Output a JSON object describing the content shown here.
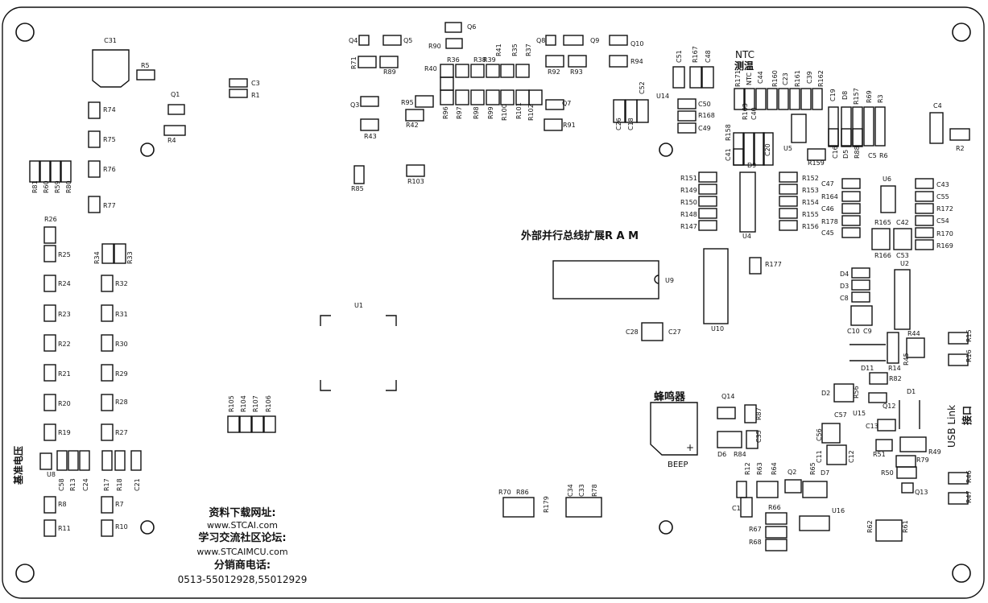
{
  "texts": {
    "ram": "外部并行总线扩展R A M",
    "buzzer": "蜂鸣器",
    "beep": "BEEP",
    "ntc": "NTC",
    "ntc_cn": "测温",
    "vref": "基准电压",
    "usb_en": "USB Link",
    "usb_cn": "接口",
    "dl_title": "资料下载网址:",
    "dl_url": "www.STCAI.com",
    "forum_title": "学习交流社区论坛:",
    "forum_url": "www.STCAIMCU.com",
    "dist_title": "分销商电话:",
    "dist_phone": "0513-55012928,55012929",
    "plus": "+"
  },
  "parts": [
    {
      "ref": "C31"
    },
    {
      "ref": "R5"
    },
    {
      "ref": "C3"
    },
    {
      "ref": "R1"
    },
    {
      "ref": "Q1"
    },
    {
      "ref": "R4"
    },
    {
      "ref": "R74"
    },
    {
      "ref": "R75"
    },
    {
      "ref": "R76"
    },
    {
      "ref": "R77"
    },
    {
      "ref": "R81"
    },
    {
      "ref": "R60"
    },
    {
      "ref": "R59"
    },
    {
      "ref": "R80"
    },
    {
      "ref": "R26"
    },
    {
      "ref": "R25"
    },
    {
      "ref": "R24"
    },
    {
      "ref": "R23"
    },
    {
      "ref": "R22"
    },
    {
      "ref": "R21"
    },
    {
      "ref": "R20"
    },
    {
      "ref": "R19"
    },
    {
      "ref": "R34"
    },
    {
      "ref": "R33"
    },
    {
      "ref": "R32"
    },
    {
      "ref": "R31"
    },
    {
      "ref": "R30"
    },
    {
      "ref": "R29"
    },
    {
      "ref": "R28"
    },
    {
      "ref": "R27"
    },
    {
      "ref": "U8"
    },
    {
      "ref": "C58"
    },
    {
      "ref": "R13"
    },
    {
      "ref": "C24"
    },
    {
      "ref": "R17"
    },
    {
      "ref": "R18"
    },
    {
      "ref": "C21"
    },
    {
      "ref": "R8"
    },
    {
      "ref": "R11"
    },
    {
      "ref": "R7"
    },
    {
      "ref": "R10"
    },
    {
      "ref": "R105"
    },
    {
      "ref": "R104"
    },
    {
      "ref": "R107"
    },
    {
      "ref": "R106"
    },
    {
      "ref": "U1"
    },
    {
      "ref": "Q4"
    },
    {
      "ref": "Q5"
    },
    {
      "ref": "Q6"
    },
    {
      "ref": "R90"
    },
    {
      "ref": "R71"
    },
    {
      "ref": "R89"
    },
    {
      "ref": "R36"
    },
    {
      "ref": "R38"
    },
    {
      "ref": "R39"
    },
    {
      "ref": "R41"
    },
    {
      "ref": "R35"
    },
    {
      "ref": "R37"
    },
    {
      "ref": "R40"
    },
    {
      "ref": "R96"
    },
    {
      "ref": "R97"
    },
    {
      "ref": "R98"
    },
    {
      "ref": "R99"
    },
    {
      "ref": "R100"
    },
    {
      "ref": "R101"
    },
    {
      "ref": "R102"
    },
    {
      "ref": "Q3"
    },
    {
      "ref": "R43"
    },
    {
      "ref": "R95"
    },
    {
      "ref": "R42"
    },
    {
      "ref": "R85"
    },
    {
      "ref": "R103"
    },
    {
      "ref": "Q8"
    },
    {
      "ref": "Q9"
    },
    {
      "ref": "Q10"
    },
    {
      "ref": "R92"
    },
    {
      "ref": "R93"
    },
    {
      "ref": "R94"
    },
    {
      "ref": "Q7"
    },
    {
      "ref": "R91"
    },
    {
      "ref": "C26"
    },
    {
      "ref": "C18"
    },
    {
      "ref": "C52"
    },
    {
      "ref": "U14"
    },
    {
      "ref": "C51"
    },
    {
      "ref": "R167"
    },
    {
      "ref": "C48"
    },
    {
      "ref": "C50"
    },
    {
      "ref": "R168"
    },
    {
      "ref": "C49"
    },
    {
      "ref": "R158"
    },
    {
      "ref": "R163"
    },
    {
      "ref": "C40"
    },
    {
      "ref": "C41"
    },
    {
      "ref": "C20"
    },
    {
      "ref": "D9"
    },
    {
      "ref": "R171"
    },
    {
      "ref": "NTC"
    },
    {
      "ref": "C44"
    },
    {
      "ref": "R160"
    },
    {
      "ref": "C23"
    },
    {
      "ref": "R161"
    },
    {
      "ref": "C39"
    },
    {
      "ref": "R162"
    },
    {
      "ref": "U5"
    },
    {
      "ref": "R159"
    },
    {
      "ref": "C19"
    },
    {
      "ref": "D8"
    },
    {
      "ref": "R157"
    },
    {
      "ref": "R69"
    },
    {
      "ref": "R3"
    },
    {
      "ref": "C16"
    },
    {
      "ref": "D5"
    },
    {
      "ref": "R88"
    },
    {
      "ref": "C5"
    },
    {
      "ref": "R6"
    },
    {
      "ref": "C4"
    },
    {
      "ref": "R2"
    },
    {
      "ref": "R151"
    },
    {
      "ref": "R149"
    },
    {
      "ref": "R150"
    },
    {
      "ref": "R148"
    },
    {
      "ref": "R147"
    },
    {
      "ref": "U4"
    },
    {
      "ref": "R152"
    },
    {
      "ref": "R153"
    },
    {
      "ref": "R154"
    },
    {
      "ref": "R155"
    },
    {
      "ref": "R156"
    },
    {
      "ref": "C47"
    },
    {
      "ref": "R164"
    },
    {
      "ref": "C46"
    },
    {
      "ref": "R178"
    },
    {
      "ref": "C45"
    },
    {
      "ref": "U6"
    },
    {
      "ref": "R165"
    },
    {
      "ref": "C42"
    },
    {
      "ref": "R166"
    },
    {
      "ref": "C53"
    },
    {
      "ref": "C43"
    },
    {
      "ref": "C55"
    },
    {
      "ref": "R172"
    },
    {
      "ref": "C54"
    },
    {
      "ref": "R170"
    },
    {
      "ref": "R169"
    },
    {
      "ref": "U9"
    },
    {
      "ref": "U10"
    },
    {
      "ref": "R177"
    },
    {
      "ref": "C28"
    },
    {
      "ref": "C27"
    },
    {
      "ref": "D4"
    },
    {
      "ref": "D3"
    },
    {
      "ref": "C8"
    },
    {
      "ref": "U2"
    },
    {
      "ref": "C10"
    },
    {
      "ref": "C9"
    },
    {
      "ref": "R44"
    },
    {
      "ref": "R45"
    },
    {
      "ref": "R14"
    },
    {
      "ref": "D11"
    },
    {
      "ref": "R82"
    },
    {
      "ref": "R15"
    },
    {
      "ref": "R16"
    },
    {
      "ref": "Q14"
    },
    {
      "ref": "R87"
    },
    {
      "ref": "C35"
    },
    {
      "ref": "D6"
    },
    {
      "ref": "R84"
    },
    {
      "ref": "D2"
    },
    {
      "ref": "R56"
    },
    {
      "ref": "D1"
    },
    {
      "ref": "Q12"
    },
    {
      "ref": "U15"
    },
    {
      "ref": "C57"
    },
    {
      "ref": "C56"
    },
    {
      "ref": "C13"
    },
    {
      "ref": "C11"
    },
    {
      "ref": "C12"
    },
    {
      "ref": "R51"
    },
    {
      "ref": "R49"
    },
    {
      "ref": "R79"
    },
    {
      "ref": "R50"
    },
    {
      "ref": "Q13"
    },
    {
      "ref": "R46"
    },
    {
      "ref": "R47"
    },
    {
      "ref": "R12"
    },
    {
      "ref": "R63"
    },
    {
      "ref": "R64"
    },
    {
      "ref": "Q2"
    },
    {
      "ref": "R65"
    },
    {
      "ref": "D7"
    },
    {
      "ref": "C1"
    },
    {
      "ref": "R66"
    },
    {
      "ref": "R67"
    },
    {
      "ref": "R68"
    },
    {
      "ref": "U16"
    },
    {
      "ref": "R62"
    },
    {
      "ref": "R61"
    },
    {
      "ref": "R70"
    },
    {
      "ref": "R86"
    },
    {
      "ref": "R179"
    },
    {
      "ref": "C34"
    },
    {
      "ref": "C33"
    },
    {
      "ref": "R78"
    }
  ]
}
